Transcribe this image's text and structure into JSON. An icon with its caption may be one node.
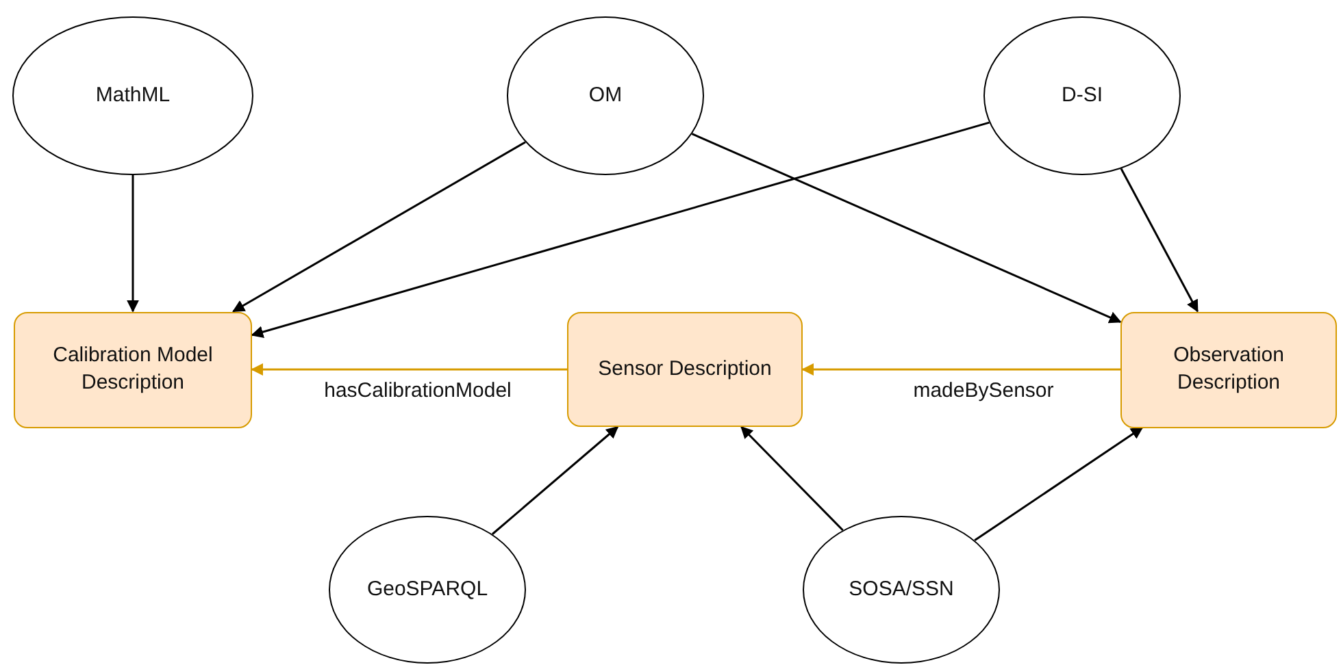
{
  "diagram": {
    "nodes": [
      {
        "text": [
          "MathML"
        ]
      },
      {
        "text": [
          "OM"
        ]
      },
      {
        "text": [
          "D-SI"
        ]
      },
      {
        "text": [
          "Calibration Model Description"
        ]
      },
      {
        "text": [
          "Sensor Description"
        ]
      },
      {
        "text": [
          "Observation Description"
        ]
      },
      {
        "text": [
          "GeoSPARQL"
        ]
      },
      {
        "text": [
          "SOSA/SSN"
        ]
      }
    ],
    "edges": [
      {
        "from": 0,
        "to": 3,
        "arrow": "to"
      },
      {
        "from": 1,
        "to": 3,
        "arrow": "to"
      },
      {
        "from": 2,
        "to": 3,
        "arrow": "to"
      },
      {
        "from": 1,
        "to": 5,
        "arrow": "to"
      },
      {
        "from": 2,
        "to": 5,
        "arrow": "to"
      },
      {
        "from": 4,
        "to": 3,
        "arrow": "to",
        "label": "hasCalibrationModel",
        "color": "#d79b00"
      },
      {
        "from": 5,
        "to": 4,
        "arrow": "to",
        "label": "madeBySensor",
        "color": "#d79b00"
      },
      {
        "from": 6,
        "to": 4,
        "arrow": "to"
      },
      {
        "from": 7,
        "to": 4,
        "arrow": "to"
      },
      {
        "from": 7,
        "to": 5,
        "arrow": "to"
      }
    ]
  }
}
